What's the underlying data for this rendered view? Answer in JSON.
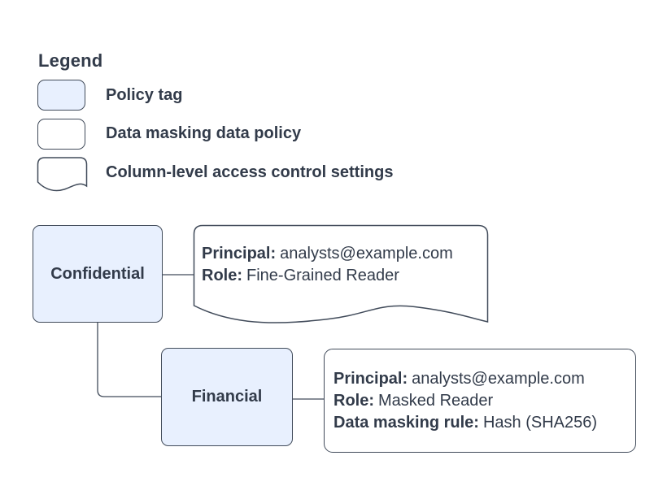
{
  "legend": {
    "title": "Legend",
    "items": [
      {
        "shape": "policy-tag-swatch",
        "label": "Policy tag",
        "fill": "#E8F0FE"
      },
      {
        "shape": "data-masking-policy-swatch",
        "label": "Data masking data policy",
        "fill": "#FFFFFF"
      },
      {
        "shape": "document-swatch",
        "label": "Column-level access control settings",
        "fill": "#FFFFFF"
      }
    ]
  },
  "diagram": {
    "nodes": {
      "confidential": {
        "label": "Confidential",
        "type": "policy-tag"
      },
      "financial": {
        "label": "Financial",
        "type": "policy-tag"
      },
      "fine_grained_settings": {
        "type": "column-level-access-control-settings",
        "lines": [
          {
            "label": "Principal:",
            "value": "analysts@example.com"
          },
          {
            "label": "Role:",
            "value": "Fine-Grained Reader"
          }
        ]
      },
      "masked_policy": {
        "type": "data-masking-data-policy",
        "lines": [
          {
            "label": "Principal:",
            "value": "analysts@example.com"
          },
          {
            "label": "Role:",
            "value": "Masked Reader"
          },
          {
            "label": "Data masking rule:",
            "value": "Hash (SHA256)"
          }
        ]
      }
    },
    "edges": [
      {
        "from": "confidential",
        "to": "fine_grained_settings"
      },
      {
        "from": "confidential",
        "to": "financial"
      },
      {
        "from": "financial",
        "to": "masked_policy"
      }
    ]
  },
  "colors": {
    "policy_tag_fill": "#E8F0FE",
    "shape_fill": "#FFFFFF",
    "shape_stroke": "#414B5A",
    "text": "#323B4A",
    "connector": "#414B5A",
    "background": "#FFFFFF"
  }
}
